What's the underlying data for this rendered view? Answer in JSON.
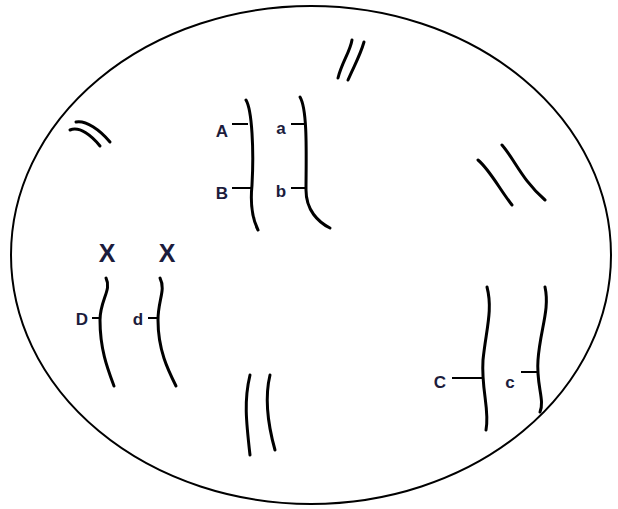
{
  "diagram": {
    "labels": [
      "A",
      "a",
      "B",
      "b",
      "X",
      "X",
      "D",
      "d",
      "C",
      "c"
    ]
  }
}
